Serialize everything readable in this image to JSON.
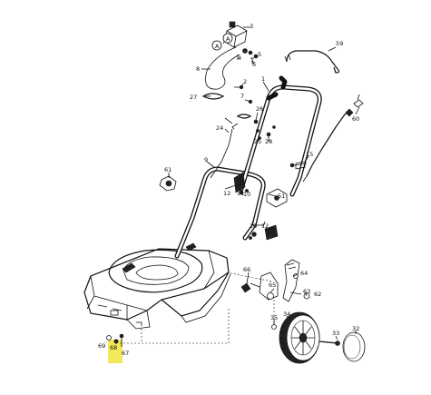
{
  "diagram": {
    "part_numbers": {
      "p3": "3",
      "pA_top": "A",
      "pA_mid": "A",
      "p4": "4",
      "p5": "5",
      "p6": "6",
      "p8": "8",
      "p59": "59",
      "p27": "27",
      "p2": "2",
      "p1": "1",
      "p7": "7",
      "p60": "60",
      "p24": "24",
      "p26": "26",
      "p25": "25",
      "p28": "28",
      "p9": "9",
      "p15": "15",
      "p61": "61",
      "p12": "12",
      "p11": "11",
      "p10": "10",
      "p51": "51",
      "p10b": "10",
      "p12b": "12",
      "p66": "66",
      "p64": "64",
      "p65": "65",
      "p63": "63",
      "p62": "62",
      "p35": "35",
      "p34": "34",
      "p33": "33",
      "p32": "32",
      "p69": "69",
      "p68": "68",
      "p67": "67"
    },
    "highlight_color": "#f2e85a"
  }
}
